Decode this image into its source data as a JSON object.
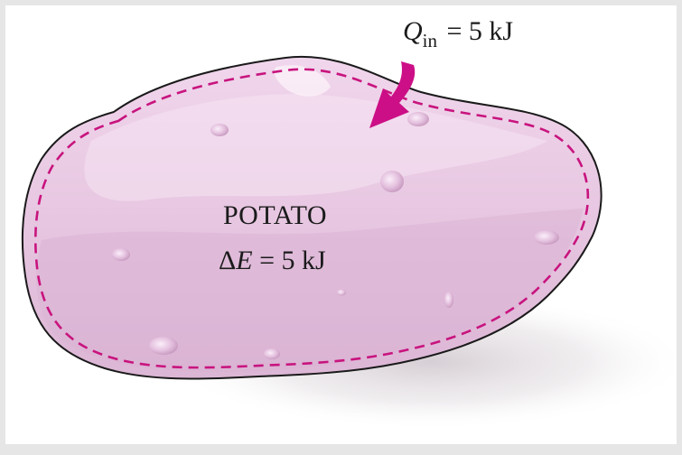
{
  "heat_input": {
    "symbol": "Q",
    "subscript": "in",
    "value_text": "= 5 kJ"
  },
  "system": {
    "name": "POTATO",
    "delta_prefix": "Δ",
    "delta_symbol": "E",
    "delta_value_text": "= 5 kJ"
  },
  "colors": {
    "potato_fill": "#e8c8e2",
    "potato_light": "#f3dff0",
    "potato_shadow": "#d9b3d3",
    "boundary_dash": "#c8147e",
    "arrow": "#cc0f86",
    "outline": "#1a1a1a"
  }
}
